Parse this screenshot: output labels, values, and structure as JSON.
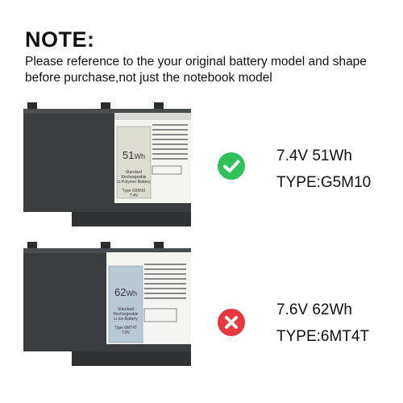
{
  "note": {
    "heading": "NOTE:",
    "text": "Please reference to the your original battery model and shape before purchase,not just the notebook model"
  },
  "batteries": [
    {
      "capacity_number": "51",
      "capacity_unit": "Wh",
      "label_lines": [
        "Standard",
        "Rechargeable",
        "Li-Polymer Battery"
      ],
      "type_code": "Type G5M10",
      "small_voltage": "7.4V",
      "label_color": "#dcdcd2",
      "status": "check",
      "voltage_capacity": "7.4V 51Wh",
      "type_line": "TYPE:G5M10"
    },
    {
      "capacity_number": "62",
      "capacity_unit": "Wh",
      "label_lines": [
        "Standard",
        "Rechargeable",
        "Li-ion Battery"
      ],
      "type_code": "Type 6MT4T",
      "small_voltage": "7.6V",
      "label_color": "#b8c9d6",
      "status": "cross",
      "voltage_capacity": "7.6V 62Wh",
      "type_line": "TYPE:6MT4T"
    }
  ],
  "colors": {
    "check": "#2ec25b",
    "cross": "#e8383d",
    "battery_body": "#3a3d3f"
  },
  "icons": [
    "check-icon",
    "cross-icon"
  ]
}
